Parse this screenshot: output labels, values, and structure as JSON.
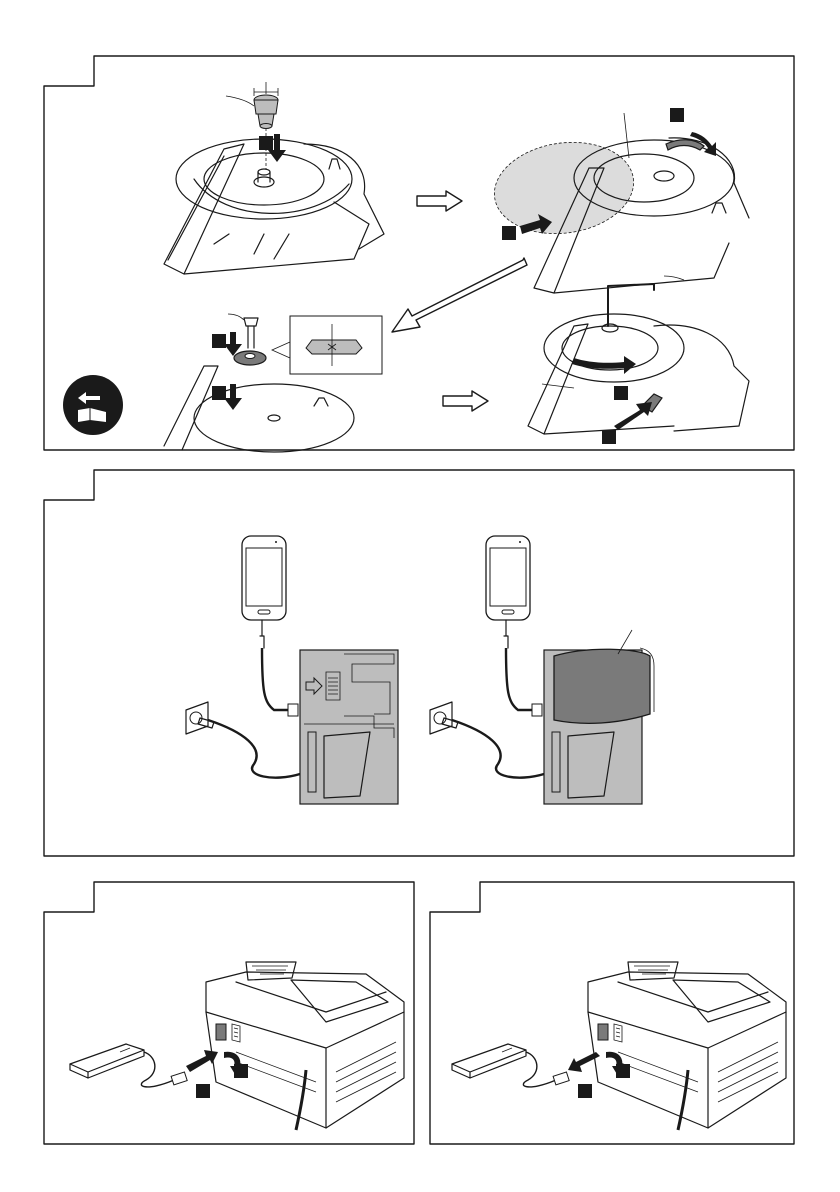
{
  "page": {
    "sections": [
      {
        "id": "blade-replacement"
      },
      {
        "id": "usb-charging-phone"
      },
      {
        "id": "usb-connect-powerbank"
      },
      {
        "id": "usb-disconnect-powerbank"
      }
    ]
  },
  "icons": {
    "manual-icon": "book-with-arrow-icon",
    "arrow-in": "push-arrow-icon",
    "rotate": "rotate-arrow-icon",
    "flow": "hollow-flow-arrow-icon"
  },
  "colors": {
    "ink": "#1a1a1a",
    "gray_fill": "#bdbdbd",
    "dark_fill": "#7a7a7a",
    "background": "#ffffff"
  }
}
